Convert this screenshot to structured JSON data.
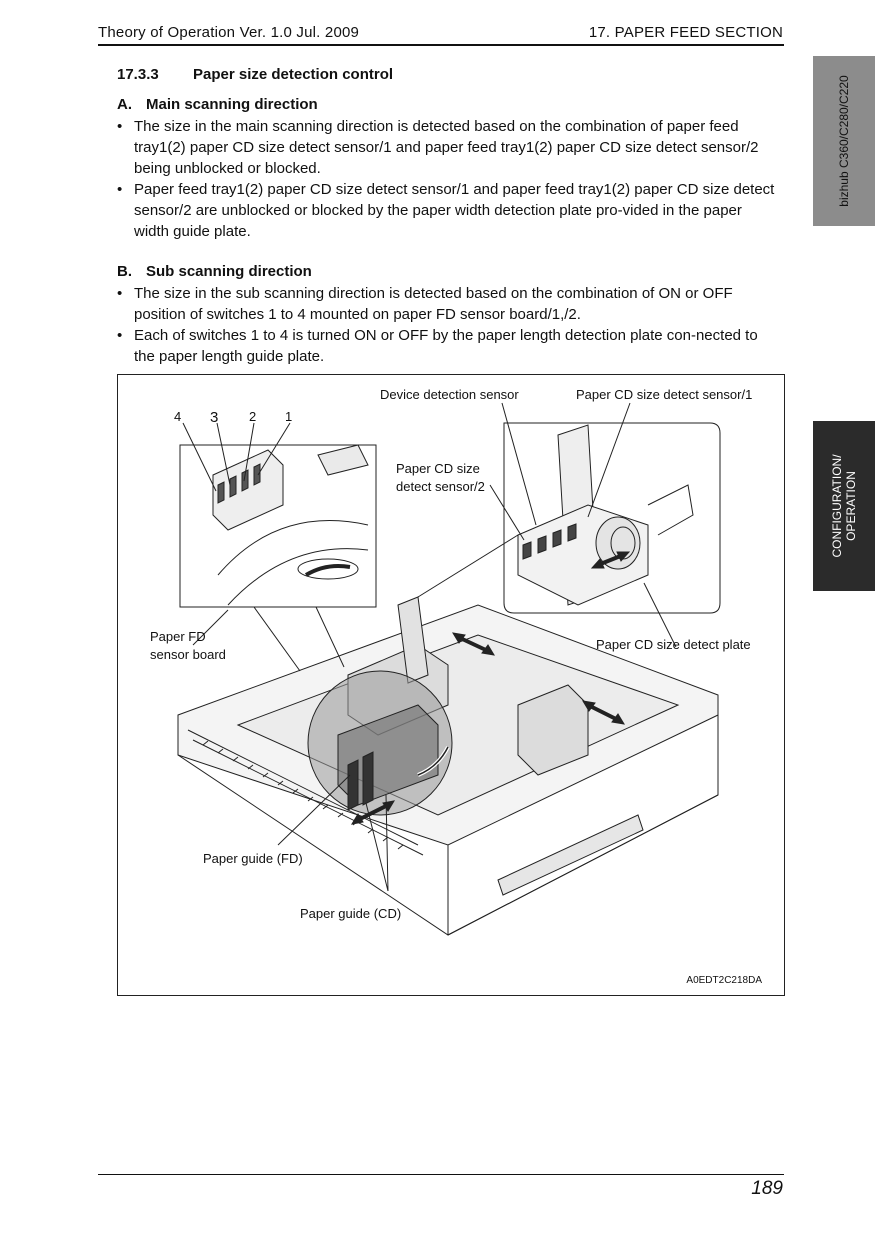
{
  "header": {
    "left": "Theory of Operation Ver. 1.0 Jul. 2009",
    "right": "17. PAPER FEED SECTION"
  },
  "side_tabs": {
    "model": "bizhub C360/C280/C220",
    "section_line1": "CONFIGURATION/",
    "section_line2": "OPERATION"
  },
  "section": {
    "number": "17.3.3",
    "title": "Paper size detection control"
  },
  "sub_a": {
    "letter": "A.",
    "title": "Main scanning direction",
    "bullets": [
      "The size in the main scanning direction is detected based on the combination of paper feed tray1(2) paper CD size detect sensor/1 and paper feed tray1(2) paper CD size detect sensor/2 being unblocked or blocked.",
      "Paper feed tray1(2) paper CD size detect sensor/1 and paper feed tray1(2) paper CD size detect sensor/2 are unblocked or blocked by the paper width detection plate pro-vided in the paper width guide plate."
    ]
  },
  "sub_b": {
    "letter": "B.",
    "title": "Sub scanning direction",
    "bullets": [
      "The size in the sub scanning direction is detected based on the combination of ON or OFF position of switches 1 to 4 mounted on paper FD sensor board/1,/2.",
      "Each of switches 1 to 4 is turned ON or OFF by the paper length detection plate con-nected to the paper length guide plate."
    ]
  },
  "figure": {
    "labels": {
      "device_detection_sensor": "Device detection sensor",
      "cd_sensor1": "Paper CD size detect sensor/1",
      "cd_sensor2_line1": "Paper CD size",
      "cd_sensor2_line2": "detect sensor/2",
      "fd_board_line1": "Paper FD",
      "fd_board_line2": "sensor board",
      "cd_plate": "Paper CD size detect plate",
      "guide_fd": "Paper guide (FD)",
      "guide_cd": "Paper guide (CD)",
      "sw4": "4",
      "sw3": "3",
      "sw2": "2",
      "sw1": "1"
    },
    "figure_id": "A0EDT2C218DA"
  },
  "footer": {
    "page_number": "189"
  }
}
